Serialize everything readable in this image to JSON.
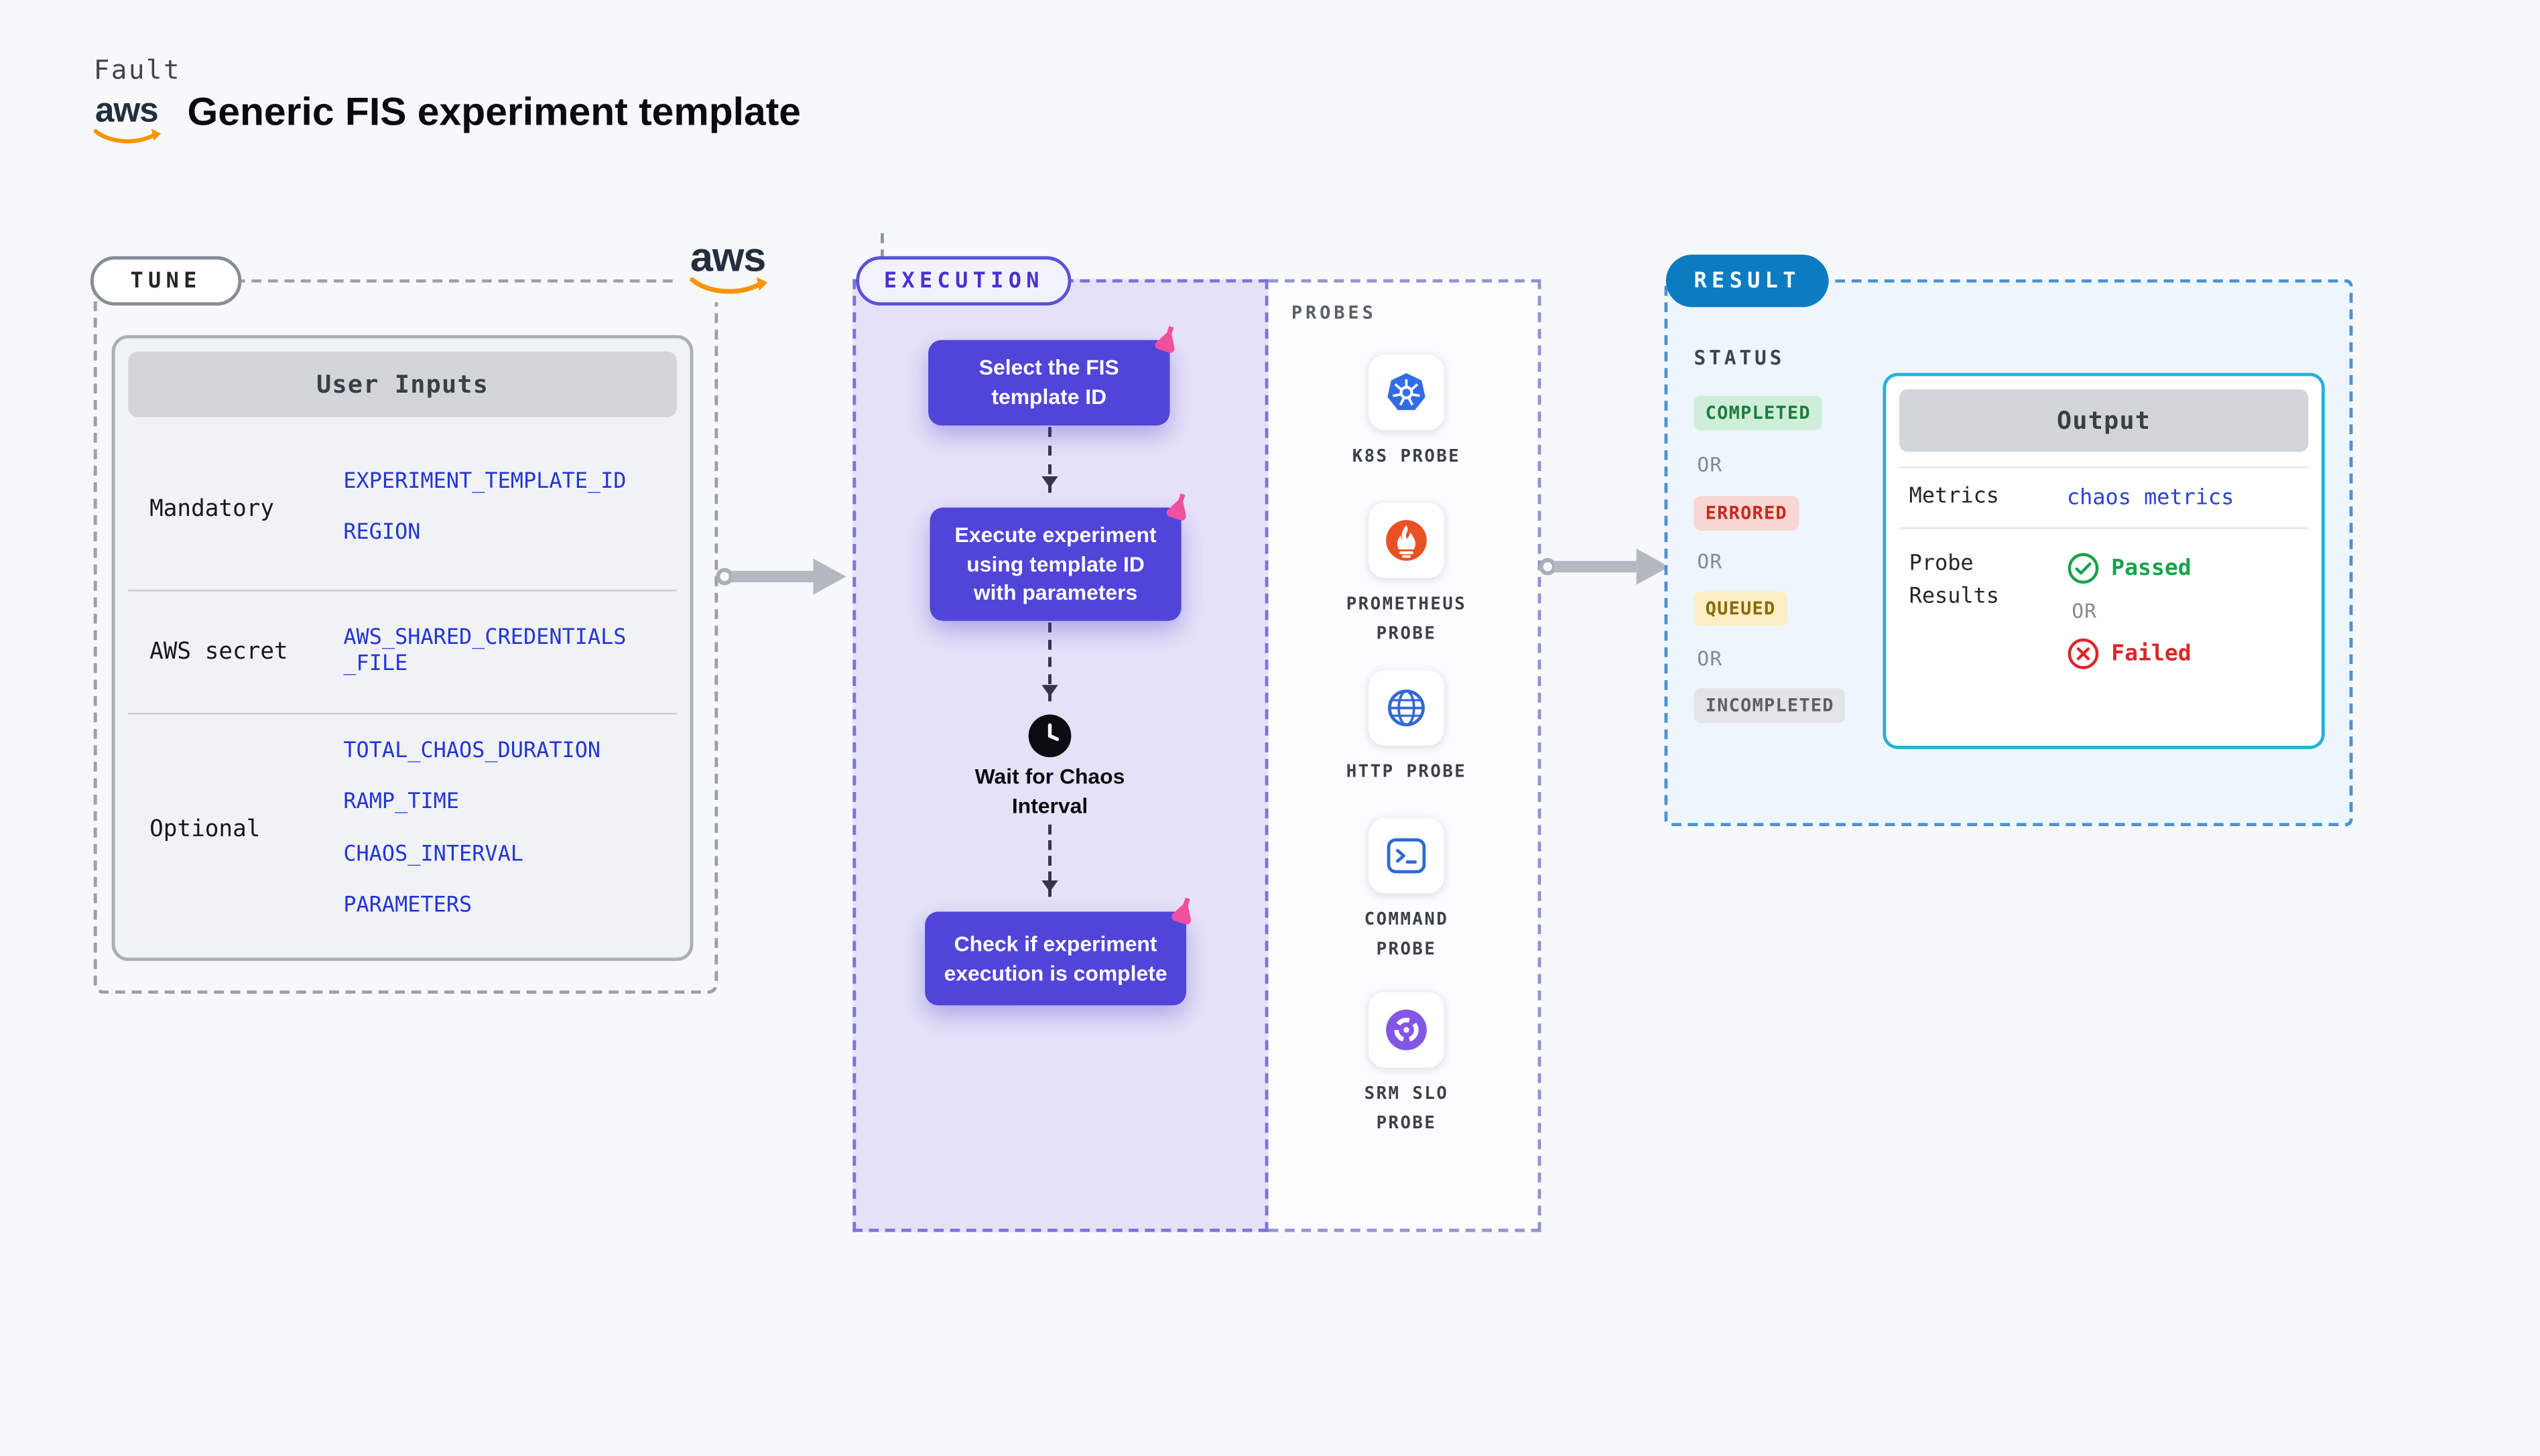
{
  "header": {
    "eyebrow": "Fault",
    "title": "Generic FIS experiment template"
  },
  "brand": {
    "aws": "aws"
  },
  "tune": {
    "badge": "TUNE",
    "table": {
      "header": "User Inputs",
      "rows": [
        {
          "label": "Mandatory",
          "values": [
            "EXPERIMENT_TEMPLATE_ID",
            "REGION"
          ]
        },
        {
          "label": "AWS secret",
          "values": [
            "AWS_SHARED_CREDENTIALS_FILE"
          ]
        },
        {
          "label": "Optional",
          "values": [
            "TOTAL_CHAOS_DURATION",
            "RAMP_TIME",
            "CHAOS_INTERVAL",
            "PARAMETERS"
          ]
        }
      ]
    }
  },
  "execution": {
    "badge": "EXECUTION",
    "steps": [
      {
        "label": "Select the FIS template ID",
        "icon": "flask-icon"
      },
      {
        "label": "Execute experiment using template ID with parameters",
        "icon": "flask-icon"
      },
      {
        "label": "Wait for Chaos Interval",
        "icon": "clock-icon"
      },
      {
        "label": "Check if experiment execution is complete",
        "icon": "flask-icon"
      }
    ]
  },
  "probes": {
    "heading": "PROBES",
    "items": [
      {
        "label": "K8S PROBE",
        "icon": "kubernetes-icon"
      },
      {
        "label": "PROMETHEUS PROBE",
        "icon": "prometheus-icon"
      },
      {
        "label": "HTTP PROBE",
        "icon": "globe-icon"
      },
      {
        "label": "COMMAND PROBE",
        "icon": "terminal-icon"
      },
      {
        "label": "SRM SLO PROBE",
        "icon": "slo-gauge-icon"
      }
    ]
  },
  "result": {
    "badge": "RESULT",
    "status": {
      "heading": "STATUS",
      "separator": "OR",
      "items": [
        {
          "label": "COMPLETED",
          "tone": "green"
        },
        {
          "label": "ERRORED",
          "tone": "red"
        },
        {
          "label": "QUEUED",
          "tone": "yellow"
        },
        {
          "label": "INCOMPLETED",
          "tone": "gray"
        }
      ]
    },
    "output": {
      "header": "Output",
      "metrics_label": "Metrics",
      "metrics_value": "chaos metrics",
      "probe_results_label": "Probe Results",
      "passed": "Passed",
      "or": "OR",
      "failed": "Failed"
    }
  },
  "colors": {
    "node_purple": "#5144d8",
    "value_blue": "#2336d6",
    "execution_accent": "#5a53d8",
    "result_badge_blue": "#0c7cc2",
    "output_border_cyan": "#27b1d6",
    "completed_green": "#1c7c3c",
    "errored_red": "#c62a1f",
    "queued_amber": "#8a6a00",
    "incompleted_gray": "#5c6167",
    "passed_green": "#17a24b",
    "failed_red": "#dc2727",
    "aws_orange": "#f79400",
    "chaos_pink": "#f0509e"
  }
}
